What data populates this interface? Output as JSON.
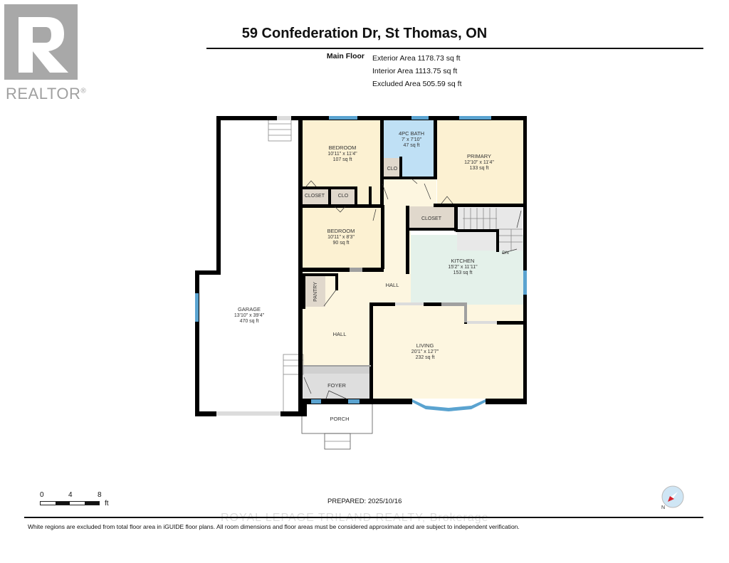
{
  "brand": {
    "logo_letter": "R",
    "logo_text": "REALTOR",
    "logo_mark": "®"
  },
  "header": {
    "title": "59 Confederation Dr, St Thomas, ON",
    "floor_label": "Main Floor",
    "areas": [
      "Exterior Area 1178.73 sq ft",
      "Interior Area 1113.75 sq ft",
      "Excluded Area 505.59 sq ft"
    ]
  },
  "colors": {
    "bedroom": "#fcf1d2",
    "bath": "#bfe0f5",
    "kitchen": "#e4f1ea",
    "closet": "#e0d8cc",
    "foyer": "#dedede",
    "hall": "#fdf6e0",
    "window": "#5aa3d0",
    "wall": "#000000"
  },
  "rooms": {
    "bedroom1": {
      "name": "BEDROOM",
      "dims": "10'11\" x 11'4\"",
      "area": "107 sq ft"
    },
    "bath": {
      "name": "4PC BATH",
      "dims": "7' x 7'10\"",
      "area": "47 sq ft"
    },
    "primary": {
      "name": "PRIMARY",
      "dims": "12'10\" x 11'4\"",
      "area": "133 sq ft"
    },
    "bedroom2": {
      "name": "BEDROOM",
      "dims": "10'11\" x 8'3\"",
      "area": "90 sq ft"
    },
    "kitchen": {
      "name": "KITCHEN",
      "dims": "15'2\" x 11'11\"",
      "area": "153 sq ft"
    },
    "garage": {
      "name": "GARAGE",
      "dims": "13'10\" x 39'4\"",
      "area": "470 sq ft"
    },
    "living": {
      "name": "LIVING",
      "dims": "20'1\" x 12'7\"",
      "area": "232 sq ft"
    },
    "hall_upper": {
      "name": "HALL"
    },
    "hall_lower": {
      "name": "HALL"
    },
    "foyer": {
      "name": "FOYER"
    },
    "porch": {
      "name": "PORCH"
    },
    "pantry": {
      "name": "PANTRY"
    },
    "closet1": {
      "name": "CLOSET"
    },
    "clo1": {
      "name": "CLO"
    },
    "clo2": {
      "name": "CLO"
    },
    "closet2": {
      "name": "CLOSET"
    },
    "stairs_dn": {
      "name": "DN"
    }
  },
  "scale": {
    "ticks": [
      "0",
      "4",
      "8"
    ],
    "unit": "ft"
  },
  "footer": {
    "prepared": "PREPARED: 2025/10/16",
    "watermark": "ROYAL LEPAGE TRILAND REALTY, Brokerage",
    "disclaimer": "White regions are excluded from total floor area in iGUIDE floor plans. All room dimensions and floor areas must be considered approximate and are subject to independent verification.",
    "compass_label": "N"
  }
}
